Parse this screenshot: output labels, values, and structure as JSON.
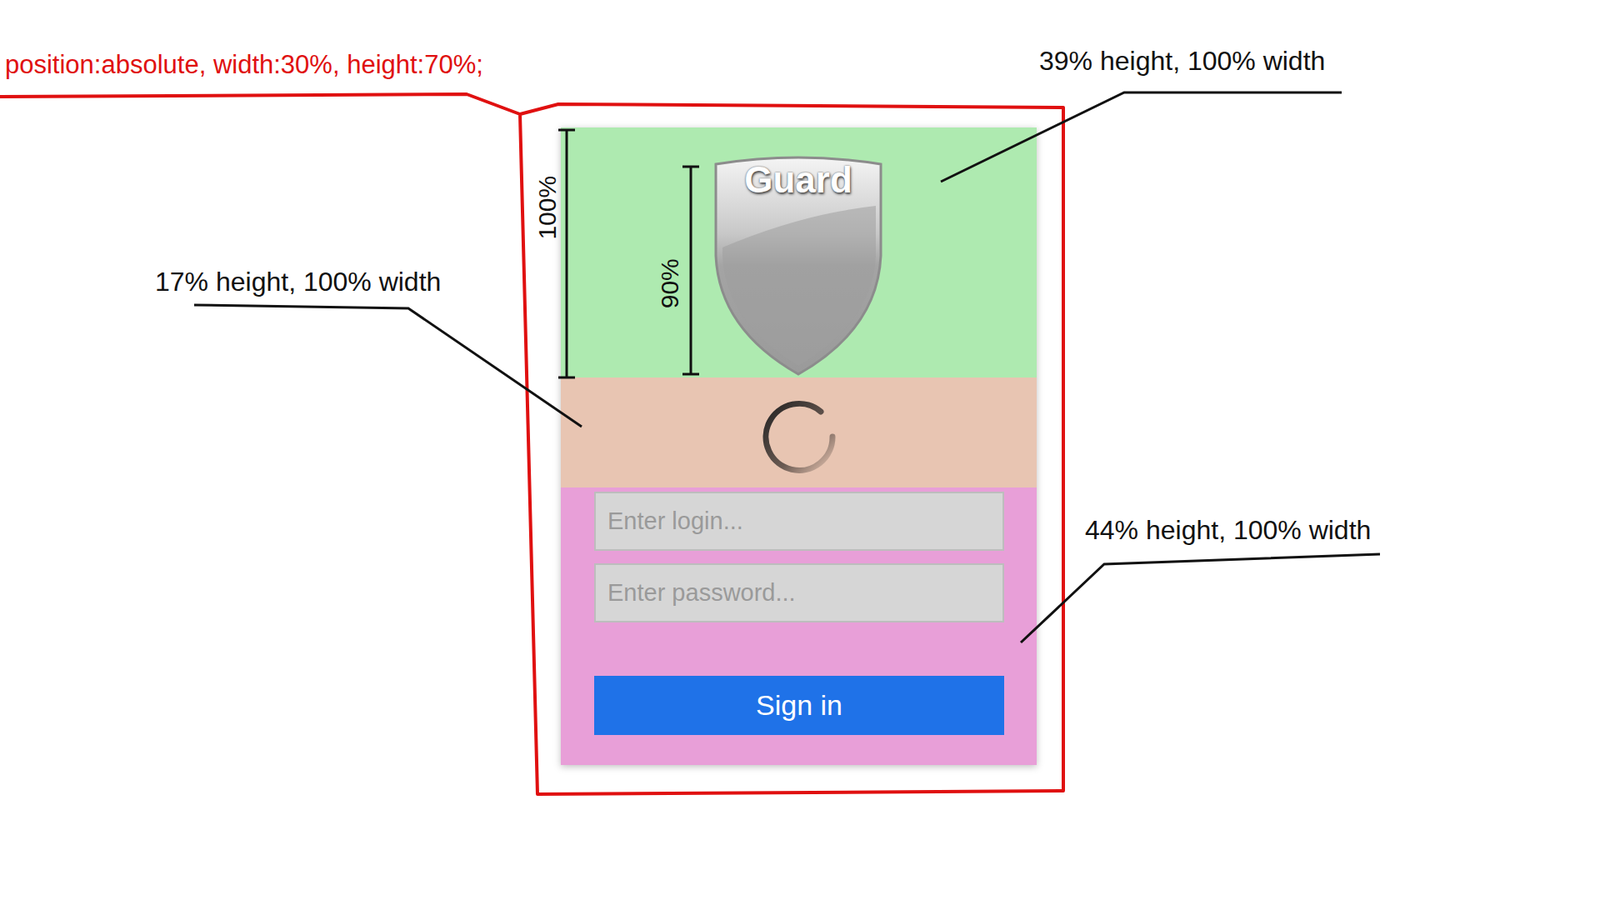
{
  "diagram": {
    "nodes": [
      {
        "text": [
          "Guard"
        ]
      },
      {
        "text": [
          "Enter login..."
        ]
      },
      {
        "text": [
          "Enter password..."
        ]
      },
      {
        "text": [
          "Sign in"
        ]
      }
    ],
    "labels": [
      "position:absolute, width:30%, height:70%;",
      "39% height, 100% width",
      "17% height, 100% width",
      "44% height, 100% width",
      "100%",
      "90%"
    ]
  }
}
